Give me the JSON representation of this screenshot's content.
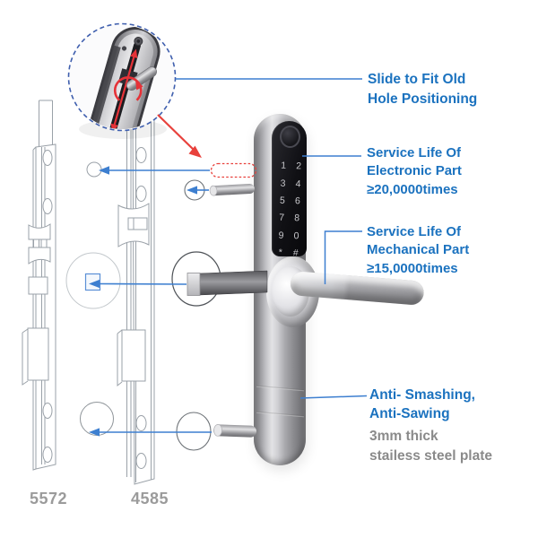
{
  "annotations": [
    {
      "lines": [
        "Slide to Fit Old",
        "Hole Positioning"
      ]
    },
    {
      "lines": [
        "Service Life Of",
        "Electronic Part",
        "≥20,0000times"
      ]
    },
    {
      "lines": [
        "Service Life Of",
        "Mechanical Part",
        "≥15,0000times"
      ]
    },
    {
      "lines": [
        "Anti- Smashing,",
        "Anti-Sawing"
      ],
      "sublines": [
        "3mm thick",
        "stailess steel plate"
      ]
    }
  ],
  "plate_labels": [
    "5572",
    "4585"
  ],
  "lock": {
    "keypad": [
      "1",
      "2",
      "3",
      "4",
      "5",
      "6",
      "7",
      "8",
      "9",
      "0",
      "*",
      "#"
    ]
  },
  "colors": {
    "annotation_blue": "#1b72bf",
    "connector_blue": "#3d7fd0",
    "warning_red": "#e8413c",
    "muted_gray": "#8a8a8a",
    "drawing_gray": "#9aa1a8"
  }
}
